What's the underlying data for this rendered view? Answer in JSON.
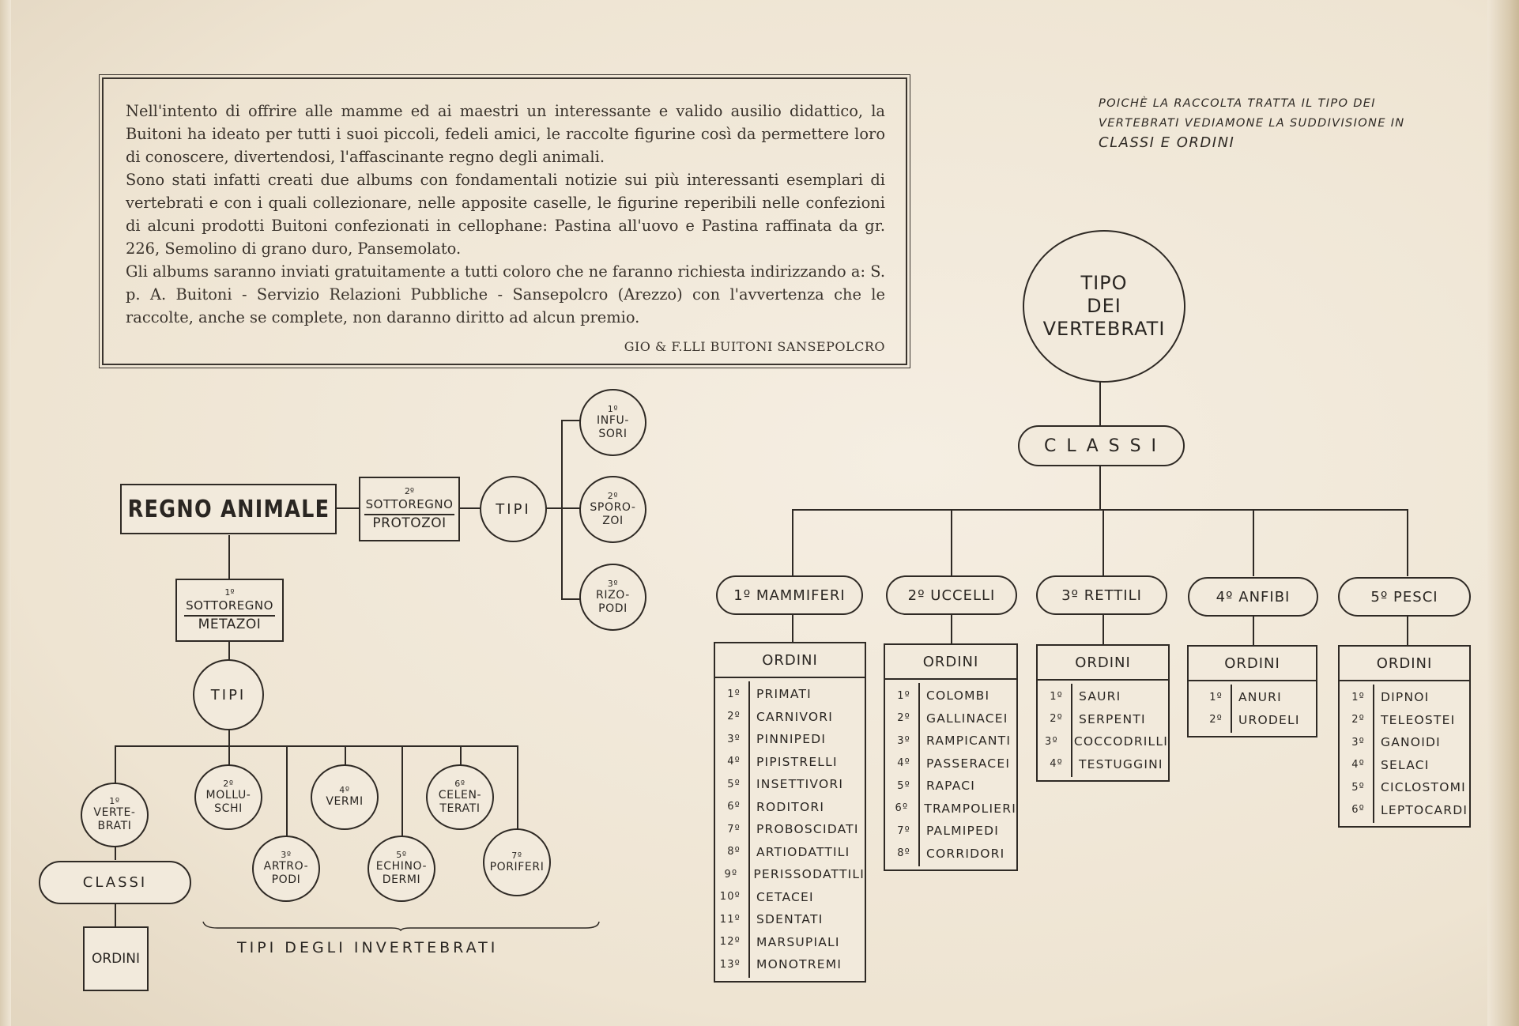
{
  "intro": {
    "paragraphs": [
      "Nell'intento di offrire alle mamme ed ai maestri un interessante e valido ausilio didattico, la Buitoni ha ideato per tutti i suoi piccoli, fedeli amici, le raccolte figurine così da permettere loro di conoscere, divertendosi, l'affascinante regno degli animali.",
      "Sono stati infatti creati due albums con fondamentali notizie sui più interessanti esemplari di vertebrati e con i quali collezionare, nelle apposite caselle, le figurine reperibili nelle confezioni di alcuni prodotti Buitoni confezionati in cellophane: Pastina all'uovo e Pastina raffinata da gr. 226, Semolino di grano duro, Pansemolato.",
      "Gli albums saranno inviati gratuitamente a tutti coloro che ne faranno richiesta indirizzando a: S. p. A. Buitoni - Servizio Relazioni Pubbliche - Sansepolcro (Arezzo) con l'avvertenza che le raccolte, anche se complete, non daranno diritto ad alcun premio."
    ],
    "signature": "GIO & F.LLI BUITONI SANSEPOLCRO"
  },
  "note": {
    "line1": "POICHÈ LA RACCOLTA TRATTA IL TIPO DEI",
    "line2": "VERTEBRATI VEDIAMONE LA SUDDIVISIONE IN",
    "line3": "CLASSI E ORDINI"
  },
  "left": {
    "regno": "REGNO ANIMALE",
    "protozoi": {
      "num": "2º",
      "line1": "SOTTOREGNO",
      "line2": "PROTOZOI"
    },
    "tipi_top": "TIPI",
    "protozoi_types": [
      {
        "num": "1º",
        "label1": "INFU-",
        "label2": "SORI"
      },
      {
        "num": "2º",
        "label1": "SPORO-",
        "label2": "ZOI"
      },
      {
        "num": "3º",
        "label1": "RIZO-",
        "label2": "PODI"
      }
    ],
    "metazoi": {
      "num": "1º",
      "line1": "SOTTOREGNO",
      "line2": "METAZOI"
    },
    "tipi_mid": "TIPI",
    "metazoi_types": [
      {
        "num": "1º",
        "label1": "VERTE-",
        "label2": "BRATI"
      },
      {
        "num": "2º",
        "label1": "MOLLU-",
        "label2": "SCHI"
      },
      {
        "num": "3º",
        "label1": "ARTRO-",
        "label2": "PODI"
      },
      {
        "num": "4º",
        "label1": "VERMI",
        "label2": ""
      },
      {
        "num": "5º",
        "label1": "ECHINO-",
        "label2": "DERMI"
      },
      {
        "num": "6º",
        "label1": "CELEN-",
        "label2": "TERATI"
      },
      {
        "num": "7º",
        "label1": "PORIFERI",
        "label2": ""
      }
    ],
    "classi": "CLASSI",
    "ordini": "ORDINI",
    "invertebrati": "TIPI DEGLI INVERTEBRATI"
  },
  "right": {
    "tipo": {
      "line1": "TIPO",
      "line2": "DEI",
      "line3": "VERTEBRATI"
    },
    "classi": "C L A S S I",
    "ordini_label": "ORDINI",
    "classes": [
      {
        "label": "1º MAMMIFERI",
        "orders": [
          {
            "n": "1º",
            "name": "PRIMATI"
          },
          {
            "n": "2º",
            "name": "CARNIVORI"
          },
          {
            "n": "3º",
            "name": "PINNIPEDI"
          },
          {
            "n": "4º",
            "name": "PIPISTRELLI"
          },
          {
            "n": "5º",
            "name": "INSETTIVORI"
          },
          {
            "n": "6º",
            "name": "RODITORI"
          },
          {
            "n": "7º",
            "name": "PROBOSCIDATI"
          },
          {
            "n": "8º",
            "name": "ARTIODATTILI"
          },
          {
            "n": "9º",
            "name": "PERISSODATTILI"
          },
          {
            "n": "10º",
            "name": "CETACEI"
          },
          {
            "n": "11º",
            "name": "SDENTATI"
          },
          {
            "n": "12º",
            "name": "MARSUPIALI"
          },
          {
            "n": "13º",
            "name": "MONOTREMI"
          }
        ]
      },
      {
        "label": "2º UCCELLI",
        "orders": [
          {
            "n": "1º",
            "name": "COLOMBI"
          },
          {
            "n": "2º",
            "name": "GALLINACEI"
          },
          {
            "n": "3º",
            "name": "RAMPICANTI"
          },
          {
            "n": "4º",
            "name": "PASSERACEI"
          },
          {
            "n": "5º",
            "name": "RAPACI"
          },
          {
            "n": "6º",
            "name": "TRAMPOLIERI"
          },
          {
            "n": "7º",
            "name": "PALMIPEDI"
          },
          {
            "n": "8º",
            "name": "CORRIDORI"
          }
        ]
      },
      {
        "label": "3º RETTILI",
        "orders": [
          {
            "n": "1º",
            "name": "SAURI"
          },
          {
            "n": "2º",
            "name": "SERPENTI"
          },
          {
            "n": "3º",
            "name": "COCCODRILLI"
          },
          {
            "n": "4º",
            "name": "TESTUGGINI"
          }
        ]
      },
      {
        "label": "4º ANFIBI",
        "orders": [
          {
            "n": "1º",
            "name": "ANURI"
          },
          {
            "n": "2º",
            "name": "URODELI"
          }
        ]
      },
      {
        "label": "5º PESCI",
        "orders": [
          {
            "n": "1º",
            "name": "DIPNOI"
          },
          {
            "n": "2º",
            "name": "TELEOSTEI"
          },
          {
            "n": "3º",
            "name": "GANOIDI"
          },
          {
            "n": "4º",
            "name": "SELACI"
          },
          {
            "n": "5º",
            "name": "CICLOSTOMI"
          },
          {
            "n": "6º",
            "name": "LEPTOCARDI"
          }
        ]
      }
    ]
  }
}
